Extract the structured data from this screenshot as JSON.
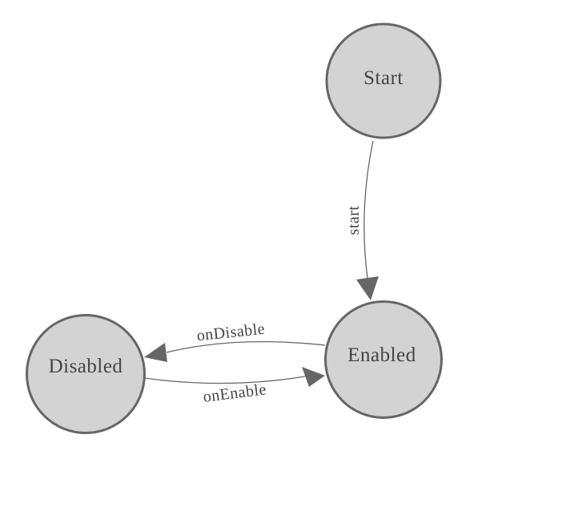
{
  "diagram": {
    "type": "state-machine",
    "background": "#ffffff",
    "colors": {
      "node_fill": "#d3d3d3",
      "node_stroke": "#666666",
      "edge_stroke": "#666666",
      "arrowhead": "#666666",
      "label_text": "#444444"
    },
    "nodes": [
      {
        "id": "start",
        "label": "Start"
      },
      {
        "id": "enabled",
        "label": "Enabled"
      },
      {
        "id": "disabled",
        "label": "Disabled"
      }
    ],
    "edges": [
      {
        "from": "Start",
        "to": "Enabled",
        "label": "start"
      },
      {
        "from": "Enabled",
        "to": "Disabled",
        "label": "onDisable"
      },
      {
        "from": "Disabled",
        "to": "Enabled",
        "label": "onEnable"
      }
    ]
  }
}
